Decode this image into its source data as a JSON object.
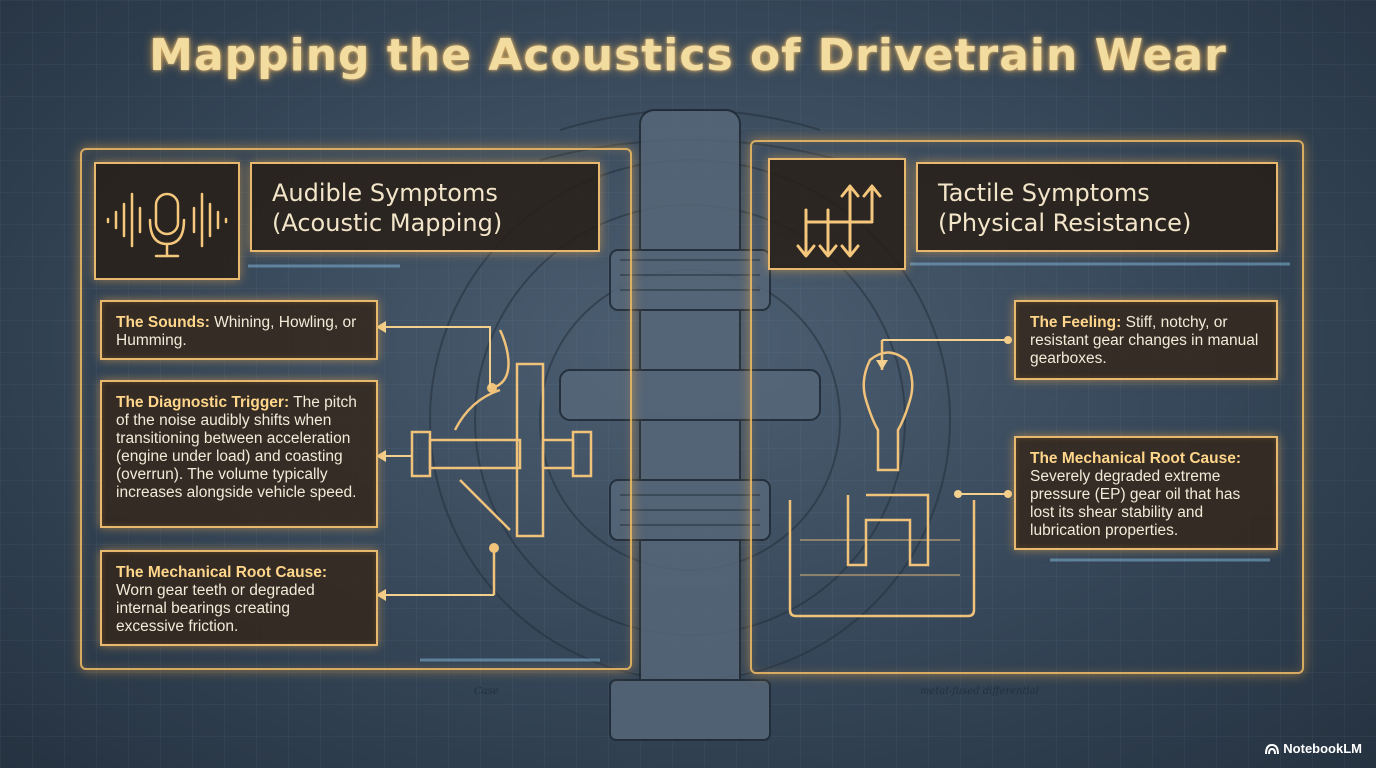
{
  "title": "Mapping the Acoustics of Drivetrain Wear",
  "left": {
    "header_line1": "Audible Symptoms",
    "header_line2": "(Acoustic Mapping)",
    "icon": "microphone-soundwave-icon",
    "sounds_label": "The Sounds:",
    "sounds_text": "Whining, Howling, or Humming.",
    "trigger_label": "The Diagnostic Trigger:",
    "trigger_text": "The pitch of the noise audibly shifts when transitioning between acceleration (engine under load) and coasting (overrun). The volume typically increases alongside vehicle speed.",
    "cause_label": "The Mechanical Root Cause:",
    "cause_text": "Worn gear teeth or degraded internal bearings creating excessive friction."
  },
  "right": {
    "header_line1": "Tactile Symptoms",
    "header_line2": "(Physical Resistance)",
    "icon": "gear-shift-arrows-icon",
    "feeling_label": "The Feeling:",
    "feeling_text": "Stiff, notchy, or resistant gear changes in manual gearboxes.",
    "cause_label": "The Mechanical Root Cause:",
    "cause_text": "Severely degraded extreme pressure (EP) gear oil that has lost its shear stability and lubrication properties."
  },
  "annotations": {
    "case": "Case",
    "differential": "metal-fused differential"
  },
  "brand": "NotebookLM",
  "colors": {
    "accent": "#e7b86e",
    "glow": "#f0aa46",
    "background": "#354658"
  }
}
